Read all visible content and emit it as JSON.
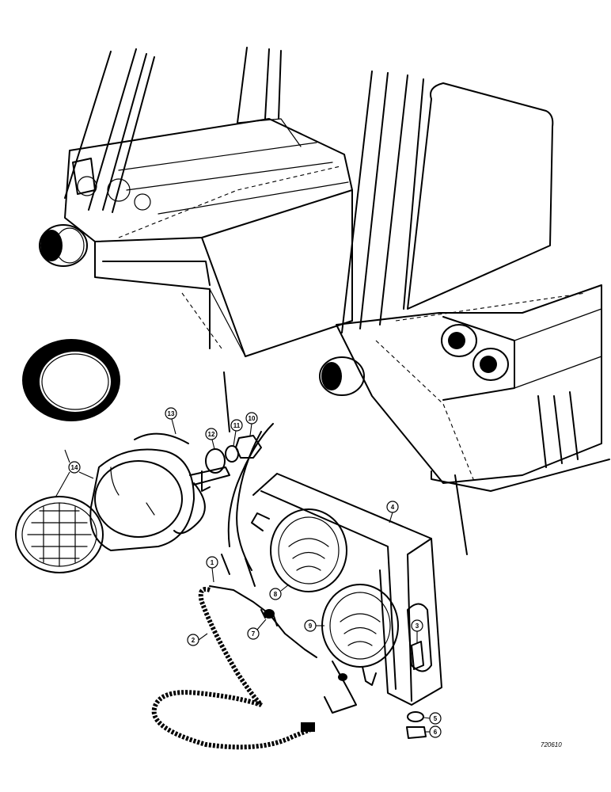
{
  "figure_id": "720610",
  "callouts": [
    {
      "id": "c1",
      "label": "1"
    },
    {
      "id": "c2",
      "label": "2"
    },
    {
      "id": "c3",
      "label": "3"
    },
    {
      "id": "c4",
      "label": "4"
    },
    {
      "id": "c5",
      "label": "5"
    },
    {
      "id": "c6",
      "label": "6"
    },
    {
      "id": "c7",
      "label": "7"
    },
    {
      "id": "c8",
      "label": "8"
    },
    {
      "id": "c9",
      "label": "9"
    },
    {
      "id": "c10",
      "label": "10"
    },
    {
      "id": "c11",
      "label": "11"
    },
    {
      "id": "c12",
      "label": "12"
    },
    {
      "id": "c13",
      "label": "13"
    },
    {
      "id": "c14",
      "label": "14"
    }
  ]
}
